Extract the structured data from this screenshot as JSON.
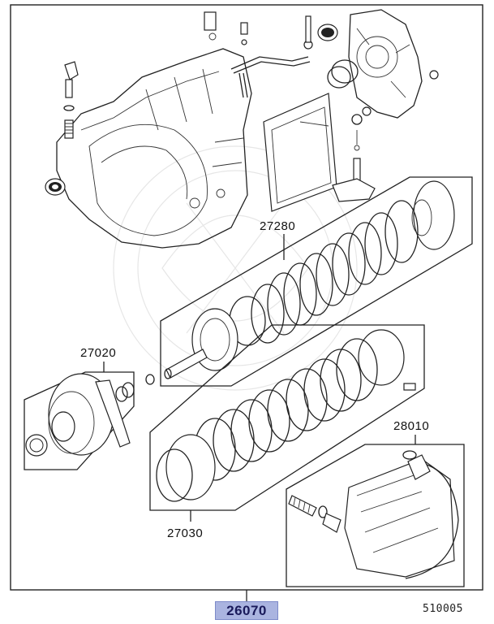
{
  "labels": {
    "main_part": "26070",
    "drawing_code": "510005",
    "part_27280": "27280",
    "part_27020": "27020",
    "part_28010": "28010",
    "part_27030": "27030"
  },
  "colors": {
    "highlight": "#aab4e0",
    "line": "#222222"
  }
}
